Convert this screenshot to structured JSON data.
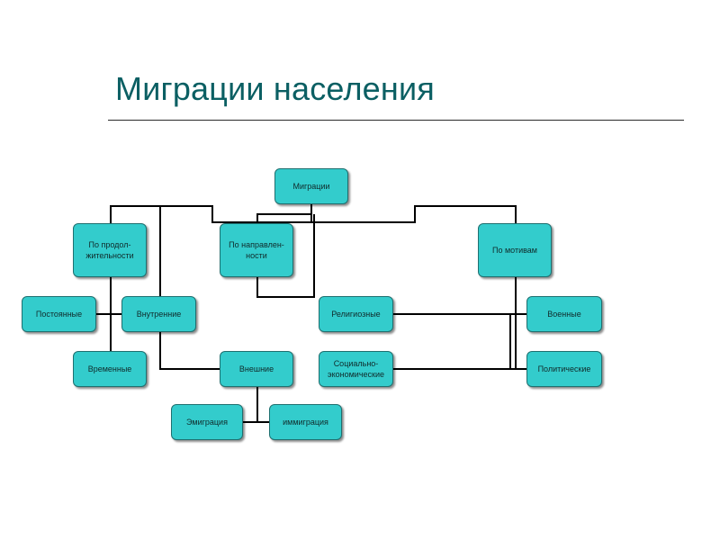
{
  "title": "Миграции населения",
  "diagram": {
    "root": "Миграции",
    "by_duration": "По продол-\nжительности",
    "by_direction": "По направлен-\nности",
    "by_motive": "По мотивам",
    "permanent": "Постоянные",
    "internal": "Внутренние",
    "temporary": "Временные",
    "external": "Внешние",
    "emigration": "Эмиграция",
    "immigration": "иммиграция",
    "religious": "Религиозные",
    "socio_economic": "Социально-\nэкономические",
    "military": "Военные",
    "political": "Политические"
  },
  "colors": {
    "node_fill": "#33cccc",
    "node_border": "#1f6f6f",
    "title_color": "#0b5f63",
    "line_color": "#000000"
  }
}
